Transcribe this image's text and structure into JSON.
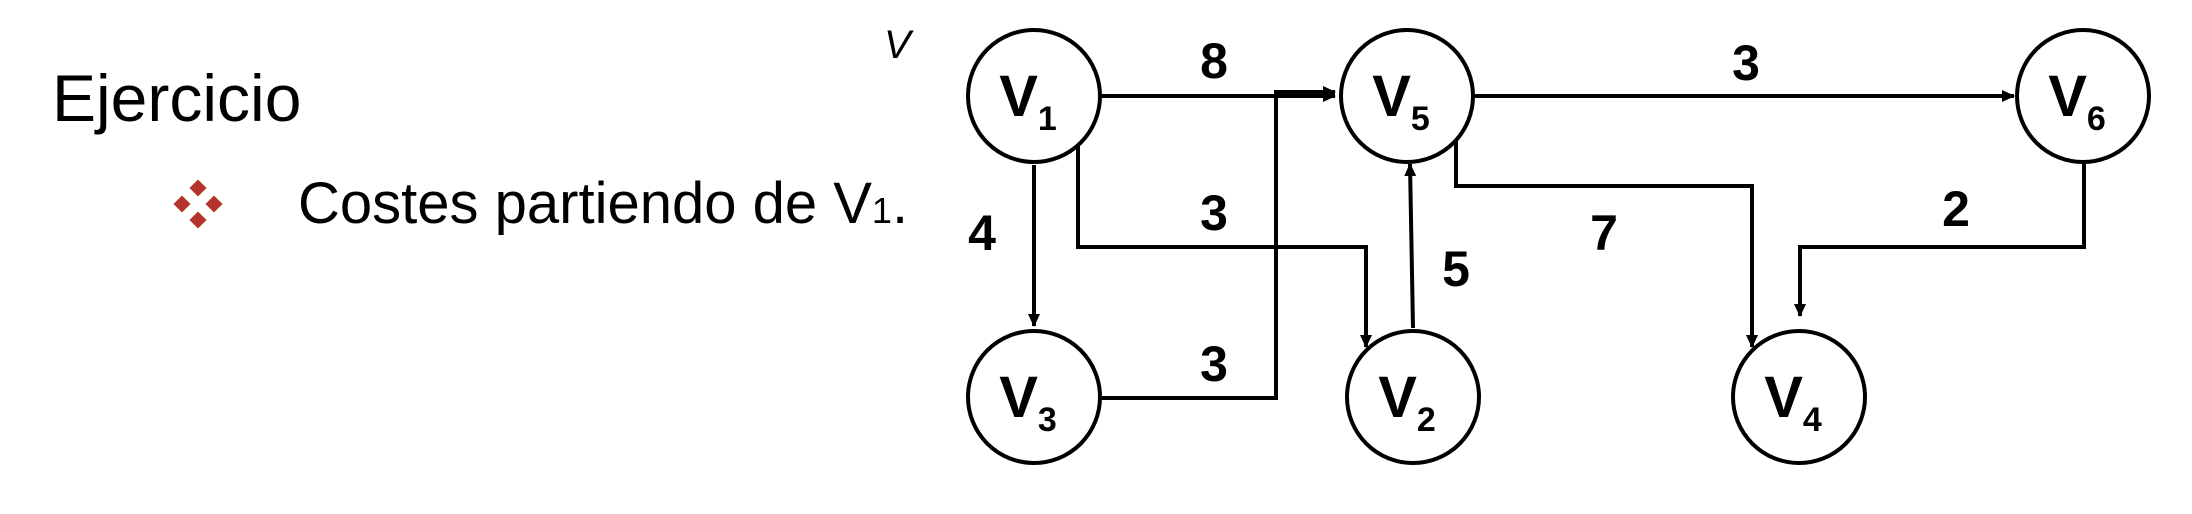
{
  "slide": {
    "title": "Ejercicio",
    "bullet": {
      "icon": "diamond-cluster-icon",
      "icon_color": "#b5332d",
      "text": "Costes partiendo de V",
      "subscript": "1",
      "trailing": "."
    },
    "corner_label": "V"
  },
  "graph": {
    "nodes": [
      {
        "id": "v1",
        "letter": "V",
        "sub": "1"
      },
      {
        "id": "v5",
        "letter": "V",
        "sub": "5"
      },
      {
        "id": "v6",
        "letter": "V",
        "sub": "6"
      },
      {
        "id": "v3",
        "letter": "V",
        "sub": "3"
      },
      {
        "id": "v2",
        "letter": "V",
        "sub": "2"
      },
      {
        "id": "v4",
        "letter": "V",
        "sub": "4"
      }
    ],
    "edges": [
      {
        "from": "v1",
        "to": "v5",
        "cost": "8"
      },
      {
        "from": "v5",
        "to": "v6",
        "cost": "3"
      },
      {
        "from": "v1",
        "to": "v3",
        "cost": "4"
      },
      {
        "from": "v1",
        "to": "v2",
        "cost": "3"
      },
      {
        "from": "v3",
        "to": "v5",
        "cost": "3"
      },
      {
        "from": "v2",
        "to": "v5",
        "cost": "5"
      },
      {
        "from": "v5",
        "to": "v4",
        "cost": "7"
      },
      {
        "from": "v6",
        "to": "v4",
        "cost": "2"
      }
    ]
  }
}
